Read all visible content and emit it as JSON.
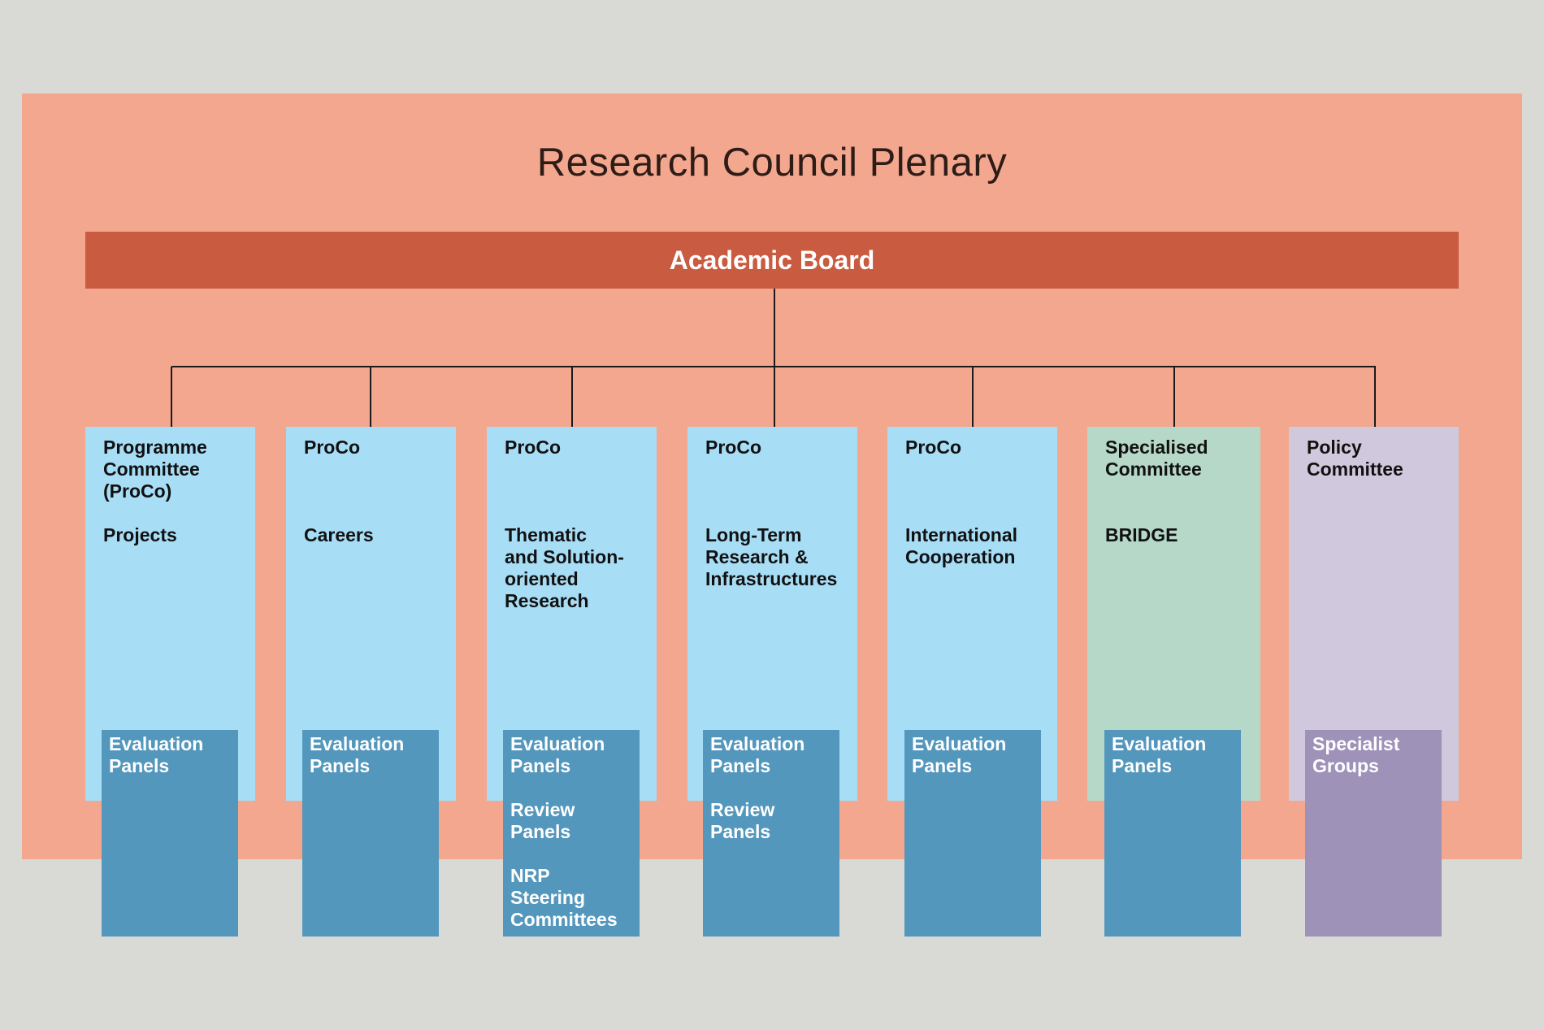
{
  "diagram": {
    "plenary_title": "Research Council Plenary",
    "board_label": "Academic Board",
    "committees": [
      {
        "text": "Programme\nCommittee\n(ProCo)\n\nProjects",
        "panels": [
          "Evaluation\nPanels"
        ],
        "color": "#a8ddf6"
      },
      {
        "text": "ProCo\n\n\n\nCareers",
        "panels": [
          "Evaluation\nPanels"
        ],
        "color": "#a8ddf6"
      },
      {
        "text": "ProCo\n\n\n\nThematic\nand Solution-\noriented\nResearch",
        "panels": [
          "Evaluation\nPanels",
          "Review\nPanels",
          "NRP\nSteering\nCommittees"
        ],
        "color": "#a8ddf6"
      },
      {
        "text": "ProCo\n\n\n\nLong-Term\nResearch &\nInfrastructures",
        "panels": [
          "Evaluation\nPanels",
          "Review\nPanels"
        ],
        "color": "#a8ddf6"
      },
      {
        "text": "ProCo\n\n\n\nInternational\nCooperation",
        "panels": [
          "Evaluation\nPanels"
        ],
        "color": "#a8ddf6"
      },
      {
        "text": "Specialised\nCommittee\n\n\nBRIDGE",
        "panels": [
          "Evaluation\nPanels"
        ],
        "color": "#b6d8c9"
      },
      {
        "text": "Policy\nCommittee",
        "panels": [
          "Specialist\nGroups"
        ],
        "color": "#d0c8dc"
      }
    ],
    "colors": {
      "background": "#d9dad5",
      "plenary": "#f3a78f",
      "board": "#c95b41",
      "panel_blue": "#5497bd",
      "panel_purple": "#9e92b9",
      "connector": "#1a1a1a"
    }
  }
}
